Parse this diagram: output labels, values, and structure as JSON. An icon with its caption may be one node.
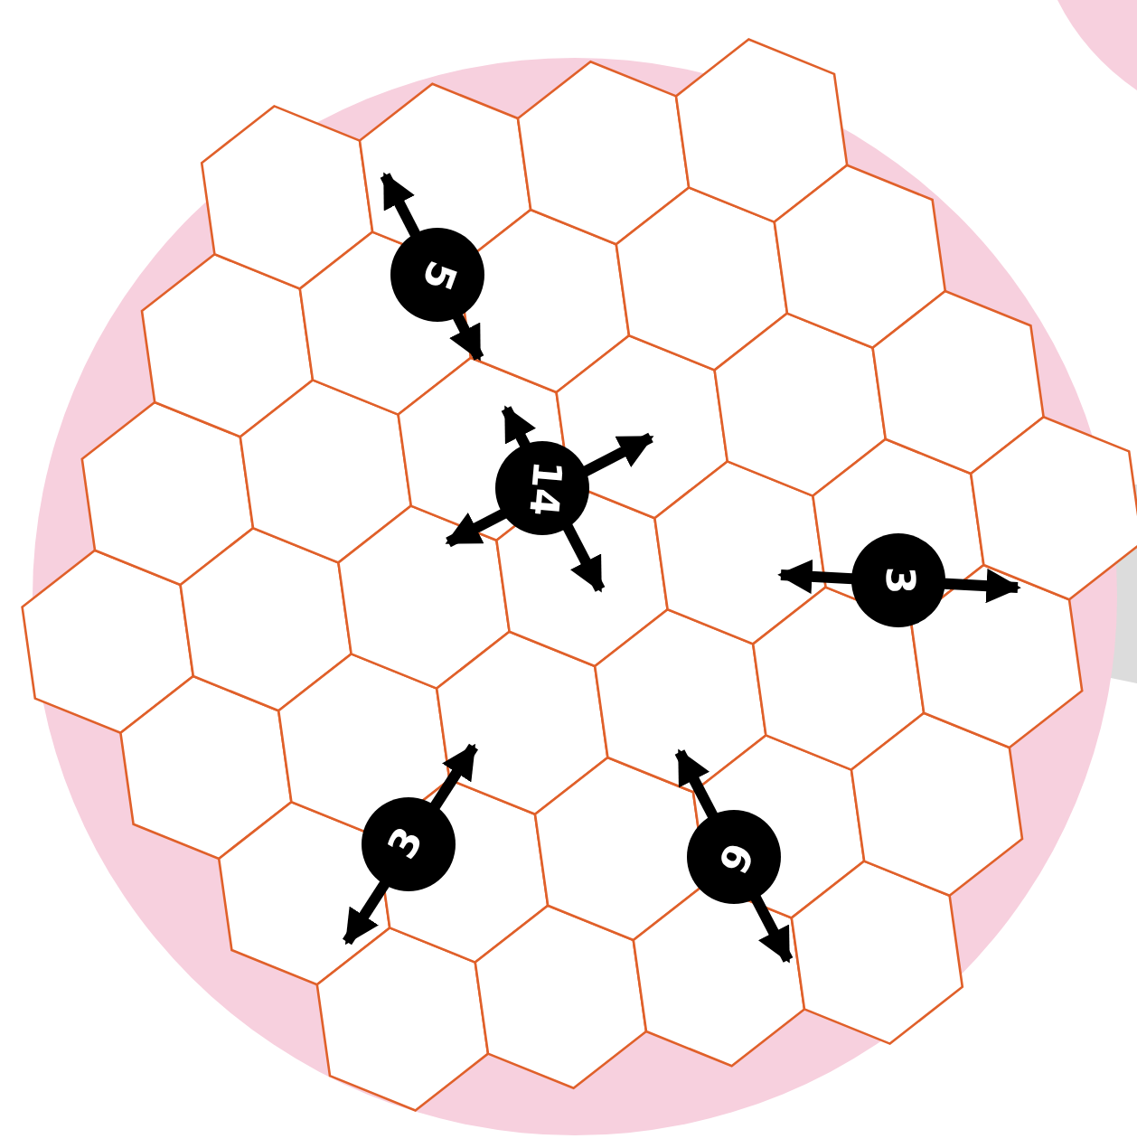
{
  "diagram": {
    "nodes": [
      {
        "text": [
          "5"
        ]
      },
      {
        "text": [
          "14"
        ]
      },
      {
        "text": [
          "3"
        ]
      },
      {
        "text": [
          "3"
        ]
      },
      {
        "text": [
          "6"
        ]
      }
    ]
  }
}
